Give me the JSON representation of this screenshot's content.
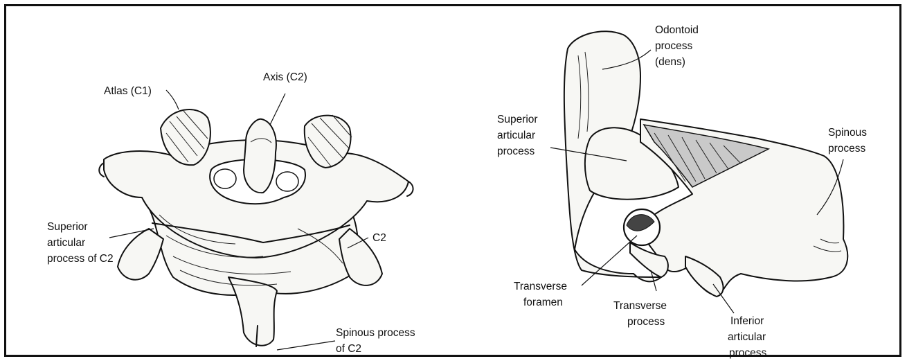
{
  "left_figure": {
    "labels": {
      "atlas": "Atlas (C1)",
      "axis": "Axis (C2)",
      "superior_articular_1": "Superior",
      "superior_articular_2": "articular",
      "superior_articular_3": "process of C2",
      "c2": "C2",
      "spinous_1": "Spinous process",
      "spinous_2": "of C2"
    }
  },
  "right_figure": {
    "labels": {
      "odontoid_1": "Odontoid",
      "odontoid_2": "process",
      "odontoid_3": "(dens)",
      "superior_articular_1": "Superior",
      "superior_articular_2": "articular",
      "superior_articular_3": "process",
      "spinous_1": "Spinous",
      "spinous_2": "process",
      "transverse_foramen_1": "Transverse",
      "transverse_foramen_2": "foramen",
      "transverse_process_1": "Transverse",
      "transverse_process_2": "process",
      "inferior_articular_1": "Inferior",
      "inferior_articular_2": "articular",
      "inferior_articular_3": "process"
    }
  }
}
